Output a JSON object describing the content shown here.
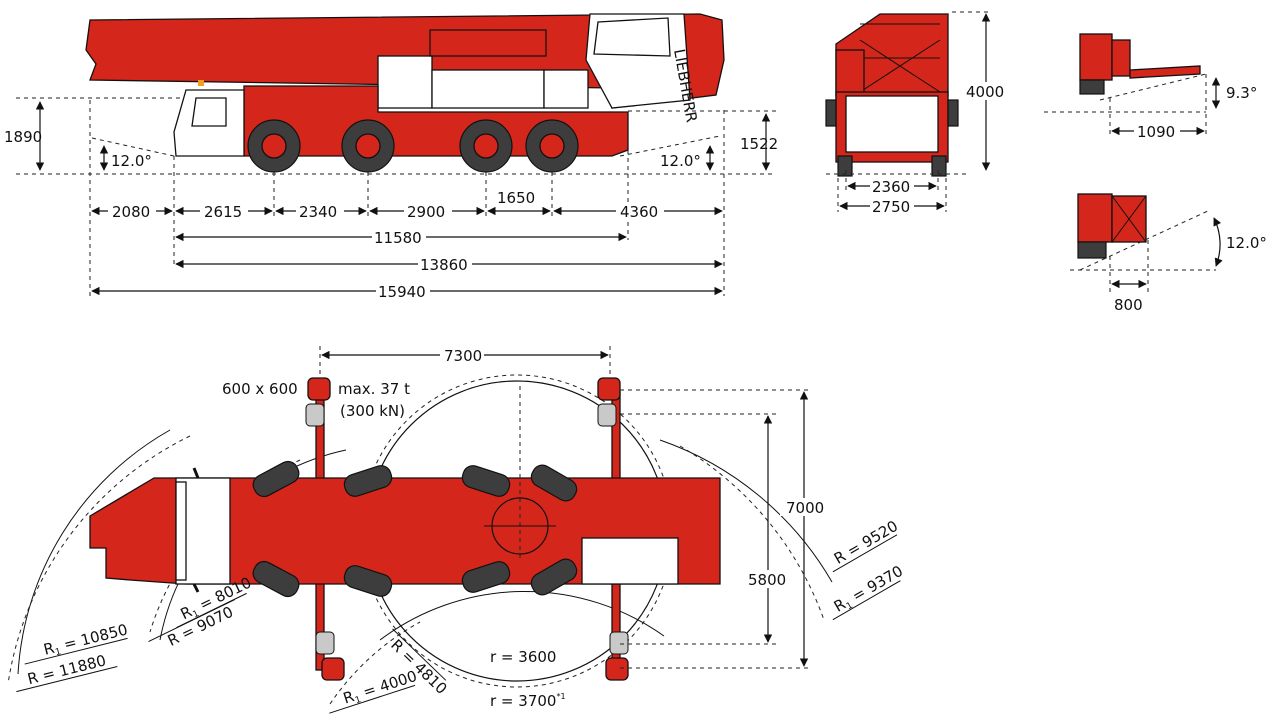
{
  "side_view": {
    "height_left": "1890",
    "height_right": "1522",
    "angle_front": "12.0°",
    "angle_rear": "12.0°",
    "dims": [
      "2080",
      "2615",
      "2340",
      "2900",
      "1650",
      "4360"
    ],
    "len_axles": "11580",
    "len_chassis": "13860",
    "len_total": "15940",
    "cab_logo": "LIEBHERR"
  },
  "front_view": {
    "height": "4000",
    "track": "2360",
    "width": "2750"
  },
  "detail_top": {
    "angle": "9.3°",
    "length": "1090"
  },
  "detail_bottom": {
    "angle": "12.0°",
    "length": "800"
  },
  "plan_view": {
    "outrigger_span_long": "7300",
    "pad_size": "600 x 600",
    "pad_load": "max. 37 t",
    "pad_force": "(300 kN)",
    "outrigger_span_full": "7000",
    "outrigger_span_mid": "5800",
    "radius_r1_9520": "R = 9520",
    "radius_r1_9370_prefix": "R",
    "radius_r1_9370_sub": "1",
    "radius_r1_9370_val": " = 9370",
    "radius_8010_prefix": "R",
    "radius_8010_sub": "1",
    "radius_8010_val": " = 8010",
    "radius_9070": "R = 9070",
    "radius_10850_prefix": "R",
    "radius_10850_sub": "1",
    "radius_10850_val": " = 10850",
    "radius_11880": "R = 11880",
    "radius_4810": "R = 4810",
    "radius_4000_prefix": "R",
    "radius_4000_sub": "1",
    "radius_4000_val": " = 4000",
    "radius_3600": "r = 3600",
    "radius_3700": "r = 3700",
    "radius_3700_note": "*1"
  }
}
